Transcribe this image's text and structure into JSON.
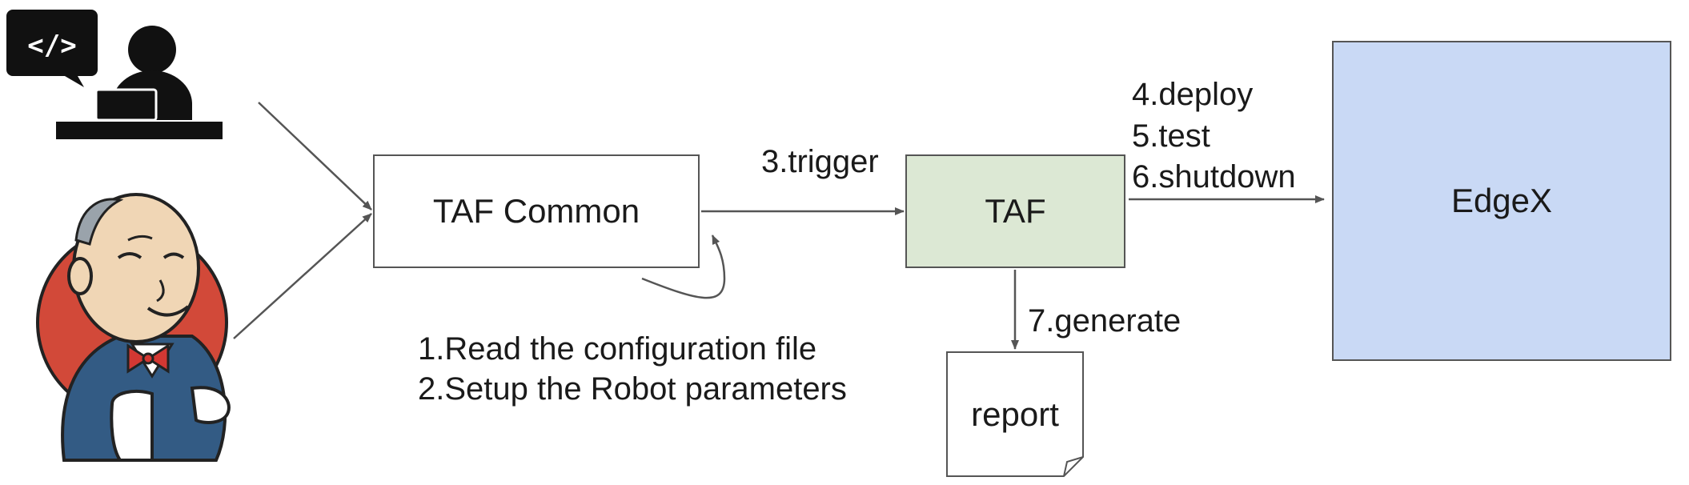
{
  "nodes": {
    "taf_common": "TAF Common",
    "taf": "TAF",
    "edgex": "EdgeX",
    "report": "report"
  },
  "edges": {
    "trigger": "3.trigger",
    "deploy": "4.deploy",
    "test": "5.test",
    "shutdown": "6.shutdown",
    "generate": "7.generate"
  },
  "notes": {
    "read_config": "1.Read the configuration file",
    "setup_params": "2.Setup the Robot parameters"
  },
  "icons": {
    "developer": "developer-coding-icon",
    "code_bubble_text": "</>",
    "jenkins": "jenkins-butler-icon"
  },
  "colors": {
    "taf_fill": "#dce8d4",
    "edgex_fill": "#c9d9f5",
    "jenkins_red": "#d24939"
  }
}
